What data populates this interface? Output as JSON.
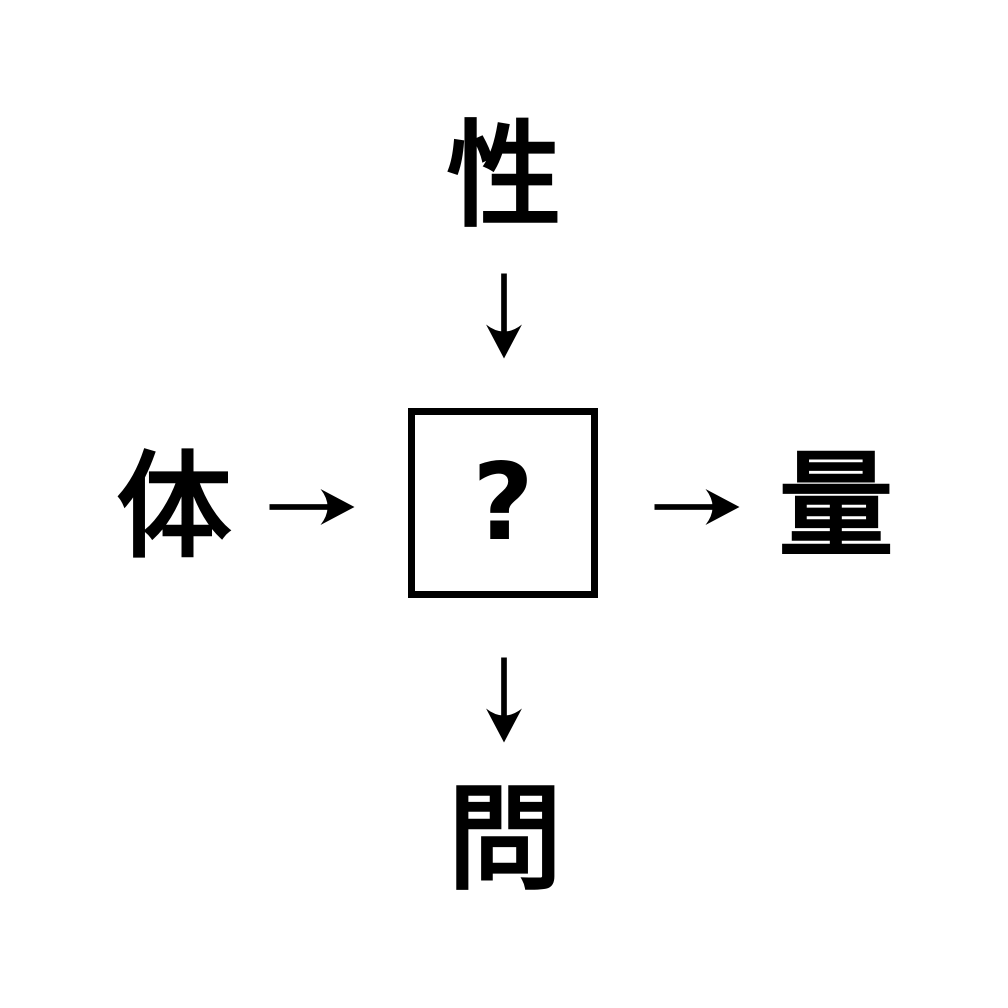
{
  "puzzle": {
    "top_kanji": "性",
    "left_kanji": "体",
    "right_kanji": "量",
    "bottom_kanji": "問",
    "center_placeholder": "?"
  },
  "connections": [
    {
      "from": "top_kanji",
      "to": "center",
      "icon": "arrow-down-icon"
    },
    {
      "from": "left_kanji",
      "to": "center",
      "icon": "arrow-right-icon"
    },
    {
      "from": "center",
      "to": "right_kanji",
      "icon": "arrow-right-icon"
    },
    {
      "from": "center",
      "to": "bottom_kanji",
      "icon": "arrow-down-icon"
    }
  ],
  "colors": {
    "background": "#ffffff",
    "ink": "#000000"
  }
}
